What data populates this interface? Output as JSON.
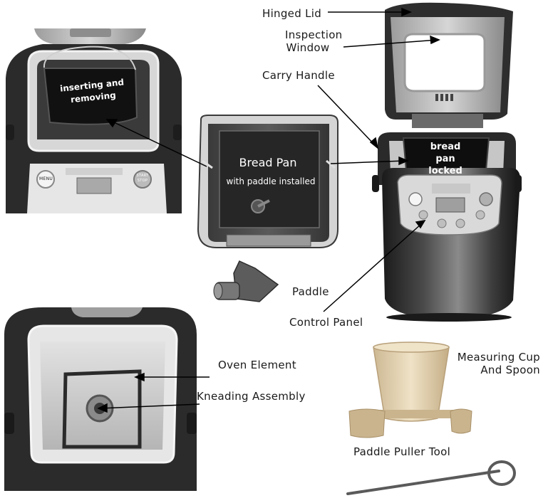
{
  "labels": {
    "hinged_lid": "Hinged Lid",
    "inspection_window": "Inspection\nWindow",
    "carry_handle": "Carry Handle",
    "bread_pan_locked": "bread pan\nlocked",
    "inserting_removing": "inserting and\nremoving",
    "bread_pan": "Bread Pan",
    "paddle_installed": "with paddle installed",
    "paddle": "Paddle",
    "control_panel": "Control Panel",
    "oven_element": "Oven Element",
    "kneading_assembly": "Kneading Assembly",
    "measuring_cup": "Measuring Cup\nAnd Spoon",
    "paddle_puller": "Paddle Puller Tool"
  },
  "panel_buttons": {
    "menu": "MENU",
    "start_stop_1": "START",
    "start_stop_2": "STOP"
  },
  "colors": {
    "machine_dark": "#2b2b2b",
    "machine_body": "#3a3a3a",
    "steel": "#c8c8c8",
    "pan": "#4a4a4a",
    "chamber": "#cfcfcf",
    "cup": "#dcc9a6",
    "spoon": "#c9b48e"
  },
  "icons": [
    "arrow-pointer",
    "menu-button-icon",
    "start-stop-button-icon",
    "lcd-display-icon"
  ]
}
